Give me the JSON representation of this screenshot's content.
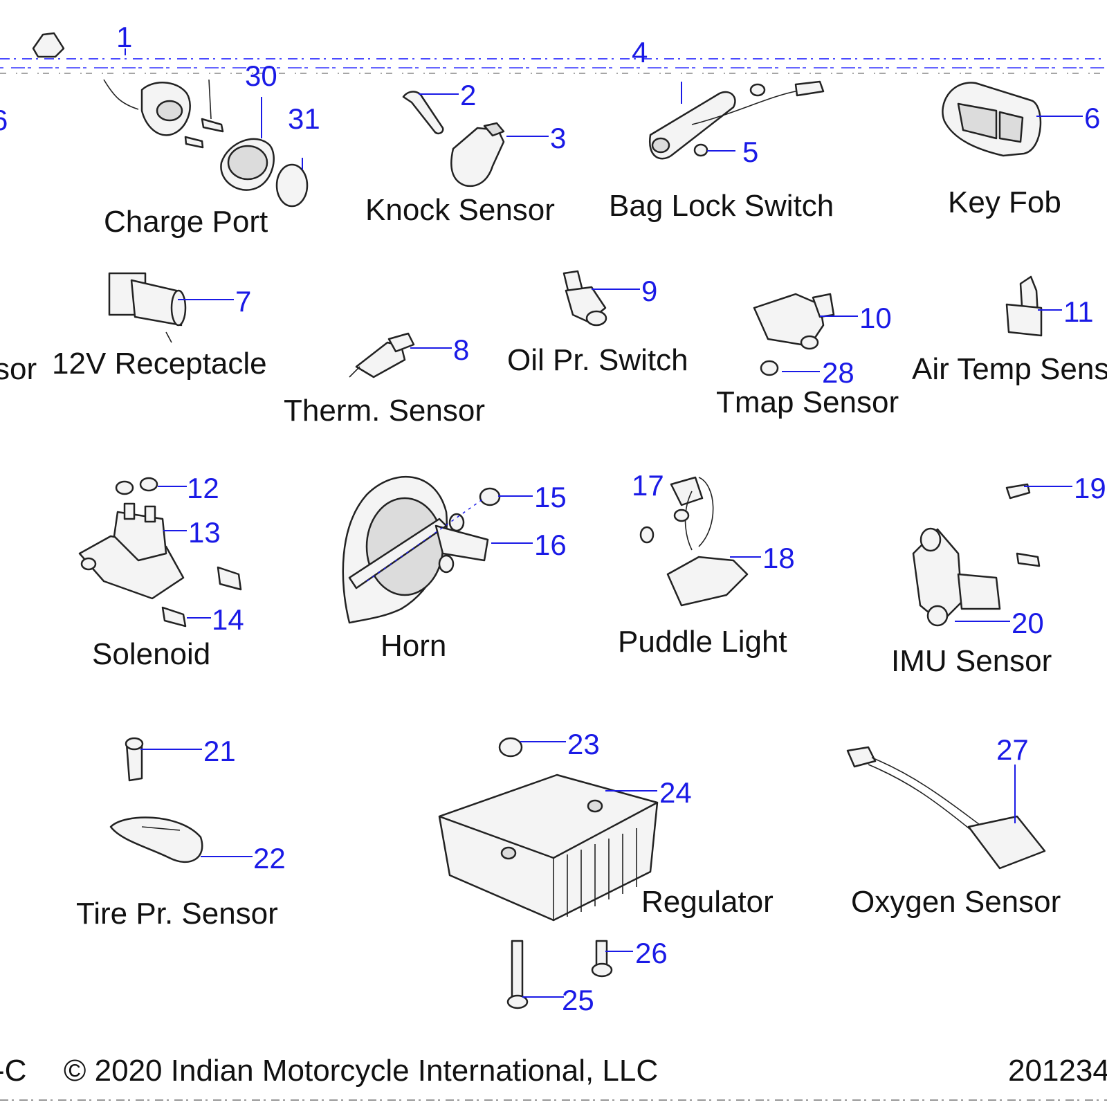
{
  "parts": {
    "charge_port": "Charge Port",
    "knock_sensor": "Knock Sensor",
    "bag_lock_switch": "Bag Lock Switch",
    "key_fob": "Key Fob",
    "left_cut": "sor",
    "receptacle_12v": "12V Receptacle",
    "therm_sensor": "Therm. Sensor",
    "oil_pr_switch": "Oil Pr. Switch",
    "tmap_sensor": "Tmap Sensor",
    "air_temp_sensor": "Air Temp Sens",
    "solenoid": "Solenoid",
    "horn": "Horn",
    "puddle_light": "Puddle Light",
    "imu_sensor": "IMU Sensor",
    "tire_pr_sensor": "Tire Pr. Sensor",
    "regulator": "Regulator",
    "oxygen_sensor": "Oxygen Sensor"
  },
  "callouts": {
    "c1": "1",
    "c2": "2",
    "c3": "3",
    "c4": "4",
    "c5": "5",
    "c6": "6",
    "c6b": "6",
    "c7": "7",
    "c8": "8",
    "c9": "9",
    "c10": "10",
    "c11": "11",
    "c12": "12",
    "c13": "13",
    "c14": "14",
    "c15": "15",
    "c16": "16",
    "c17": "17",
    "c18": "18",
    "c19": "19",
    "c20": "20",
    "c21": "21",
    "c22": "22",
    "c23": "23",
    "c24": "24",
    "c25": "25",
    "c26": "26",
    "c27": "27",
    "c28": "28",
    "c30": "30",
    "c31": "31"
  },
  "footer": {
    "left_cut": "-C",
    "copyright": "© 2020 Indian Motorcycle International, LLC",
    "figure_id": "201234"
  },
  "colors": {
    "callout": "#1a1ae6",
    "text": "#111111",
    "background": "#ffffff"
  }
}
